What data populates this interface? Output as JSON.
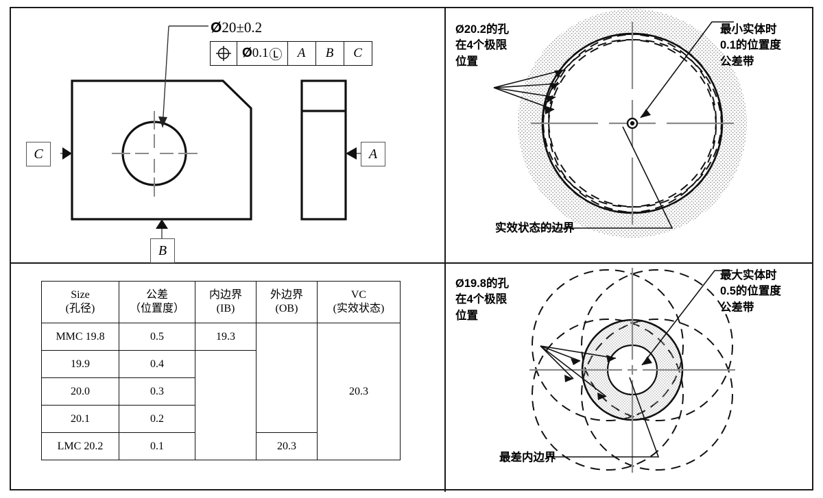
{
  "figure": {
    "title": "位置度公差 最小实体要求 示意图",
    "panels": [
      "top-left",
      "top-right",
      "bottom-left",
      "bottom-right"
    ]
  },
  "top_left": {
    "dimension_label": "Ø20±0.2",
    "dimension_prefix": "Ø",
    "dimension_value": "20",
    "dimension_tolerance": "±0.2",
    "fcf": {
      "symbol_name": "position-symbol",
      "tolerance_prefix": "Ø",
      "tolerance_value": "0.1",
      "material_modifier": "Ⓛ",
      "datums": [
        "A",
        "B",
        "C"
      ]
    },
    "datum_a": "A",
    "datum_b": "B",
    "datum_c": "C"
  },
  "top_right": {
    "note_left": "Ø20.2的孔\n在4个极限\n位置",
    "note_right": "最小实体时\n0.1的位置度\n公差带",
    "note_bottom": "实效状态的边界"
  },
  "bottom_right": {
    "note_left": "Ø19.8的孔\n在4个极限\n位置",
    "note_right": "最大实体时\n0.5的位置度\n公差带",
    "note_bottom": "最差内边界"
  },
  "table": {
    "headers": [
      {
        "line1": "Size",
        "line2": "(孔径)"
      },
      {
        "line1": "公差",
        "line2": "（位置度）"
      },
      {
        "line1": "内边界",
        "line2": "(IB)"
      },
      {
        "line1": "外边界",
        "line2": "(OB)"
      },
      {
        "line1": "VC",
        "line2": "(实效状态)"
      }
    ],
    "rows": [
      {
        "size": "MMC 19.8",
        "tolerance": "0.5",
        "ib": "19.3",
        "ob": "",
        "vc": ""
      },
      {
        "size": "19.9",
        "tolerance": "0.4",
        "ib": "",
        "ob": "",
        "vc": ""
      },
      {
        "size": "20.0",
        "tolerance": "0.3",
        "ib": "",
        "ob": "",
        "vc": "20.3"
      },
      {
        "size": "20.1",
        "tolerance": "0.2",
        "ib": "",
        "ob": "",
        "vc": ""
      },
      {
        "size": "LMC 20.2",
        "tolerance": "0.1",
        "ib": "",
        "ob": "20.3",
        "vc": ""
      }
    ],
    "ib_value": "19.3",
    "ob_value": "20.3",
    "vc_value": "20.3"
  },
  "colors": {
    "line": "#111111",
    "centerline": "#8a8a8a",
    "stipple": "#9a9a9a",
    "background": "#ffffff"
  }
}
